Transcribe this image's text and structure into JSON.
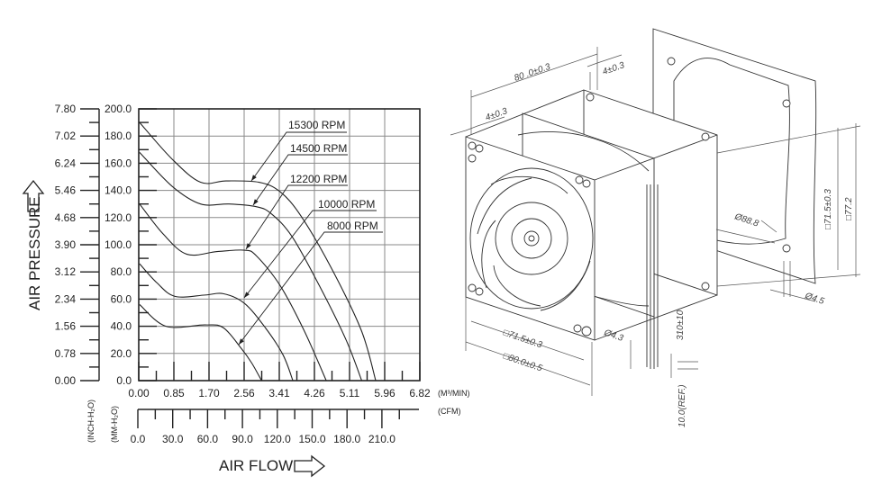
{
  "chart_data": {
    "type": "line",
    "title": "",
    "xlabel": "AIR FLOW",
    "ylabel": "AIR PRESSURE",
    "x_unit": "(M³/MIN)",
    "x2_unit": "(CFM)",
    "y_unit": "(MM-H₂O)",
    "y2_unit": "(INCH-H₂O)",
    "xlim": [
      0,
      6.82
    ],
    "ylim": [
      0,
      200
    ],
    "x2lim": [
      0,
      240
    ],
    "grid": true,
    "x_ticks": [
      "0.00",
      "0.85",
      "1.70",
      "2.56",
      "3.41",
      "4.26",
      "5.11",
      "5.96",
      "6.82"
    ],
    "x2_ticks": [
      "0.0",
      "30.0",
      "60.0",
      "90.0",
      "120.0",
      "150.0",
      "180.0",
      "210.0"
    ],
    "y_ticks": [
      "0.0",
      "20.0",
      "40.0",
      "60.0",
      "80.0",
      "100.0",
      "120.0",
      "140.0",
      "160.0",
      "180.0",
      "200.0"
    ],
    "y2_ticks": [
      "0.00",
      "0.78",
      "1.56",
      "2.34",
      "3.12",
      "3.90",
      "4.68",
      "5.46",
      "6.24",
      "7.02",
      "7.80"
    ],
    "series": [
      {
        "name": "15300 RPM",
        "x": [
          0.02,
          0.81,
          1.5,
          2.12,
          2.92,
          3.43,
          3.94,
          4.67,
          5.4,
          5.75
        ],
        "y": [
          190,
          163,
          146,
          147,
          146,
          139,
          121,
          83,
          37,
          0
        ]
      },
      {
        "name": "14500 RPM",
        "x": [
          0.02,
          0.81,
          1.5,
          2.19,
          2.85,
          3.21,
          3.72,
          4.38,
          5.03,
          5.41
        ],
        "y": [
          168,
          143,
          130,
          130,
          128,
          123,
          106,
          70,
          30,
          0
        ]
      },
      {
        "name": "12200 RPM",
        "x": [
          0.02,
          0.59,
          1.17,
          1.9,
          2.56,
          2.85,
          3.43,
          4.01,
          4.55
        ],
        "y": [
          130,
          108,
          93,
          95,
          96,
          92,
          70,
          37,
          0
        ]
      },
      {
        "name": "10000 RPM",
        "x": [
          0.02,
          0.44,
          0.88,
          1.61,
          2.05,
          2.56,
          3.07,
          3.5,
          3.74
        ],
        "y": [
          86,
          72,
          62,
          63,
          64,
          57,
          39,
          19,
          0
        ]
      },
      {
        "name": "8000 RPM",
        "x": [
          0.02,
          0.66,
          1.61,
          2.05,
          2.48,
          2.74,
          2.98
        ],
        "y": [
          56,
          40,
          41,
          39,
          24,
          13,
          0
        ]
      }
    ]
  },
  "drawing": {
    "dims": {
      "width_top": "80 .0±0.3",
      "flange_top": "4±0.3",
      "flange_left": "4±0.3",
      "hole_pitch": "□71.5±0.3",
      "frame_size": "□80.0±0.5",
      "hole_dia": "Ø4.3",
      "lead_length": "310±10",
      "strip": "10.0(REF.)",
      "cutout_dia": "Ø88.8",
      "panel_pitch": "□71.5±0.3",
      "panel_size": "□77.2",
      "panel_hole": "Ø4.5"
    }
  }
}
